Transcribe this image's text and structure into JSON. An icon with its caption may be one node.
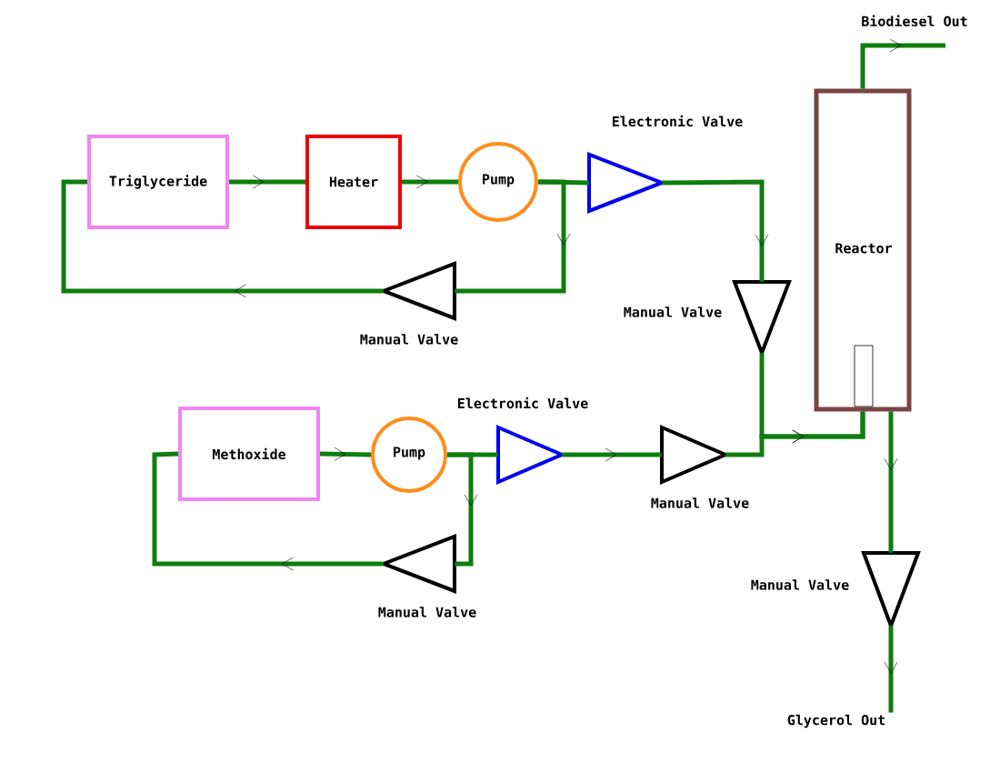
{
  "diagram": {
    "nodes": [
      {
        "text": [
          "Triglyceride"
        ]
      },
      {
        "text": [
          "Heater"
        ]
      },
      {
        "text": [
          "Pump"
        ]
      },
      {
        "text": [
          "Electronic Valve"
        ]
      },
      {
        "text": [
          "Manual Valve"
        ]
      },
      {
        "text": [
          "Manual Valve"
        ]
      },
      {
        "text": [
          "Reactor"
        ]
      },
      {
        "text": [
          "Methoxide"
        ]
      },
      {
        "text": [
          "Pump"
        ]
      },
      {
        "text": [
          "Electronic Valve"
        ]
      },
      {
        "text": [
          "Manual Valve"
        ]
      },
      {
        "text": [
          "Manual Valve"
        ]
      },
      {
        "text": [
          "Manual Valve"
        ]
      },
      {
        "text": [
          "Biodiesel Out"
        ]
      },
      {
        "text": [
          "Glycerol Out"
        ]
      }
    ],
    "edges": [
      {
        "from": 0,
        "to": 1,
        "arrow": "to"
      },
      {
        "from": 1,
        "to": 2,
        "arrow": "to"
      },
      {
        "from": 2,
        "to": 3,
        "arrow": "none"
      },
      {
        "from": 3,
        "to": 5,
        "arrow": "to"
      },
      {
        "from": 2,
        "to": 4,
        "arrow": "to"
      },
      {
        "from": 4,
        "to": 0,
        "arrow": "to"
      },
      {
        "from": 5,
        "to": 6,
        "arrow": "to"
      },
      {
        "from": 10,
        "to": 6,
        "arrow": "to"
      },
      {
        "from": 6,
        "to": 13,
        "arrow": "to"
      },
      {
        "from": 6,
        "to": 12,
        "arrow": "to"
      },
      {
        "from": 12,
        "to": 14,
        "arrow": "to"
      },
      {
        "from": 7,
        "to": 8,
        "arrow": "to"
      },
      {
        "from": 8,
        "to": 9,
        "arrow": "none"
      },
      {
        "from": 9,
        "to": 10,
        "arrow": "to"
      },
      {
        "from": 8,
        "to": 11,
        "arrow": "to"
      },
      {
        "from": 11,
        "to": 7,
        "arrow": "to"
      }
    ]
  }
}
